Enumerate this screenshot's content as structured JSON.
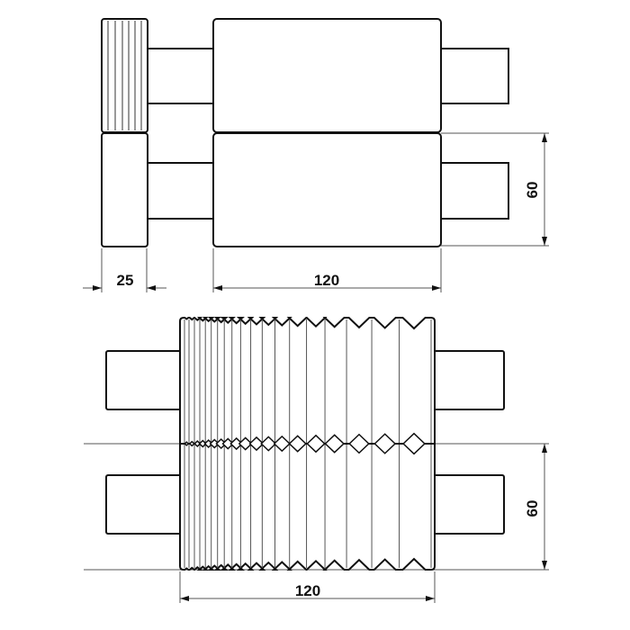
{
  "top_view": {
    "dim_width_knob": "25",
    "dim_width_roller": "120",
    "dim_height": "60"
  },
  "bottom_view": {
    "dim_width_roller": "120",
    "dim_height": "60"
  }
}
